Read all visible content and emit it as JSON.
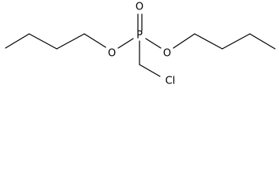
{
  "molecule": {
    "atoms": {
      "phosphorus": "P",
      "oxo_oxygen": "O",
      "left_ester_oxygen": "O",
      "right_ester_oxygen": "O",
      "chlorine": "Cl"
    },
    "colors": {
      "ink": "#000000",
      "background": "#ffffff"
    }
  }
}
